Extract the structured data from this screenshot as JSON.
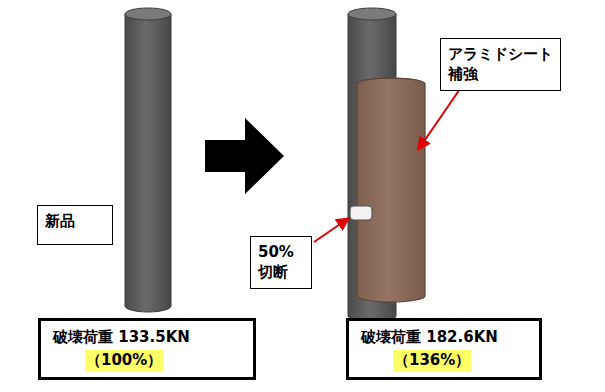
{
  "diagram": {
    "nodes": [
      {
        "text": [
          "アラミドシート 補強"
        ]
      },
      {
        "text": [
          "新品"
        ]
      },
      {
        "text": [
          "50% 切断"
        ]
      },
      {
        "text": [
          "破壊荷重 133.5KN",
          "（100%）"
        ]
      },
      {
        "text": [
          "破壊荷重 182.6KN",
          "（136%）"
        ]
      }
    ]
  }
}
